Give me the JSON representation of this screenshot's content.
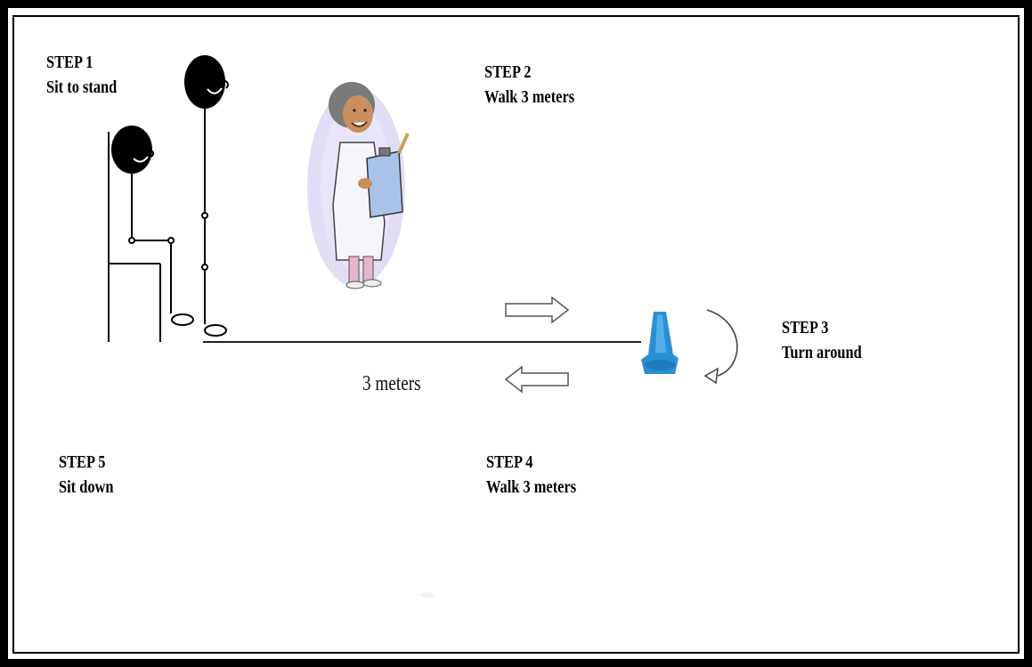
{
  "steps": [
    {
      "number": "STEP 1",
      "action": "Sit to stand"
    },
    {
      "number": "STEP 2",
      "action": "Walk 3 meters"
    },
    {
      "number": "STEP 3",
      "action": "Turn around"
    },
    {
      "number": "STEP 4",
      "action": "Walk 3 meters"
    },
    {
      "number": "STEP 5",
      "action": "Sit down"
    }
  ],
  "distance_label": "3 meters",
  "colors": {
    "border": "#000000",
    "cone": "#2b8fd6",
    "coat": "#f4f4f8",
    "halo": "#d9d2f2"
  }
}
